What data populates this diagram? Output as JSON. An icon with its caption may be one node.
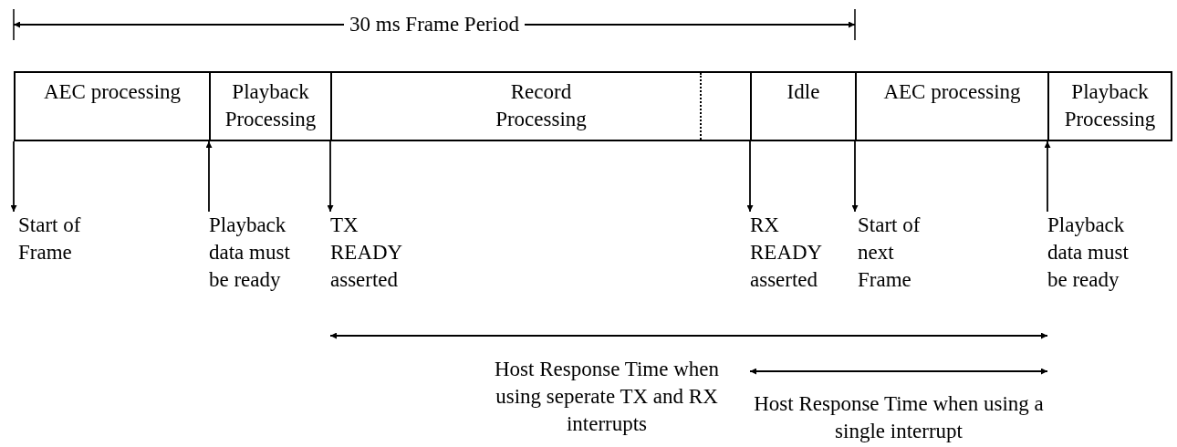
{
  "diagram": {
    "nodes": [
      {
        "text": [
          "AEC processing"
        ]
      },
      {
        "text": [
          "Playback Processing"
        ]
      },
      {
        "text": [
          "Record Processing"
        ]
      },
      {
        "text": [
          "Idle"
        ]
      },
      {
        "text": [
          "AEC processing"
        ]
      },
      {
        "text": [
          "Playback Processing"
        ]
      },
      {
        "text": [
          "Start of Frame"
        ]
      },
      {
        "text": [
          "Playback data must be ready"
        ]
      },
      {
        "text": [
          "TX READY asserted"
        ]
      },
      {
        "text": [
          "RX READY asserted"
        ]
      },
      {
        "text": [
          "Start of next Frame"
        ]
      },
      {
        "text": [
          "Playback data must be ready"
        ]
      }
    ],
    "edges": [
      {
        "from": 0,
        "to": 6,
        "arrow": "to"
      },
      {
        "from": 7,
        "to": 1,
        "arrow": "to"
      },
      {
        "from": 2,
        "to": 8,
        "arrow": "to"
      },
      {
        "from": 3,
        "to": 9,
        "arrow": "to"
      },
      {
        "from": 4,
        "to": 10,
        "arrow": "to"
      },
      {
        "from": 11,
        "to": 5,
        "arrow": "to"
      }
    ],
    "labels": [
      "30 ms Frame Period",
      "Host Response Time when using seperate TX and RX interrupts",
      "Host Response Time when using a single interrupt"
    ]
  }
}
